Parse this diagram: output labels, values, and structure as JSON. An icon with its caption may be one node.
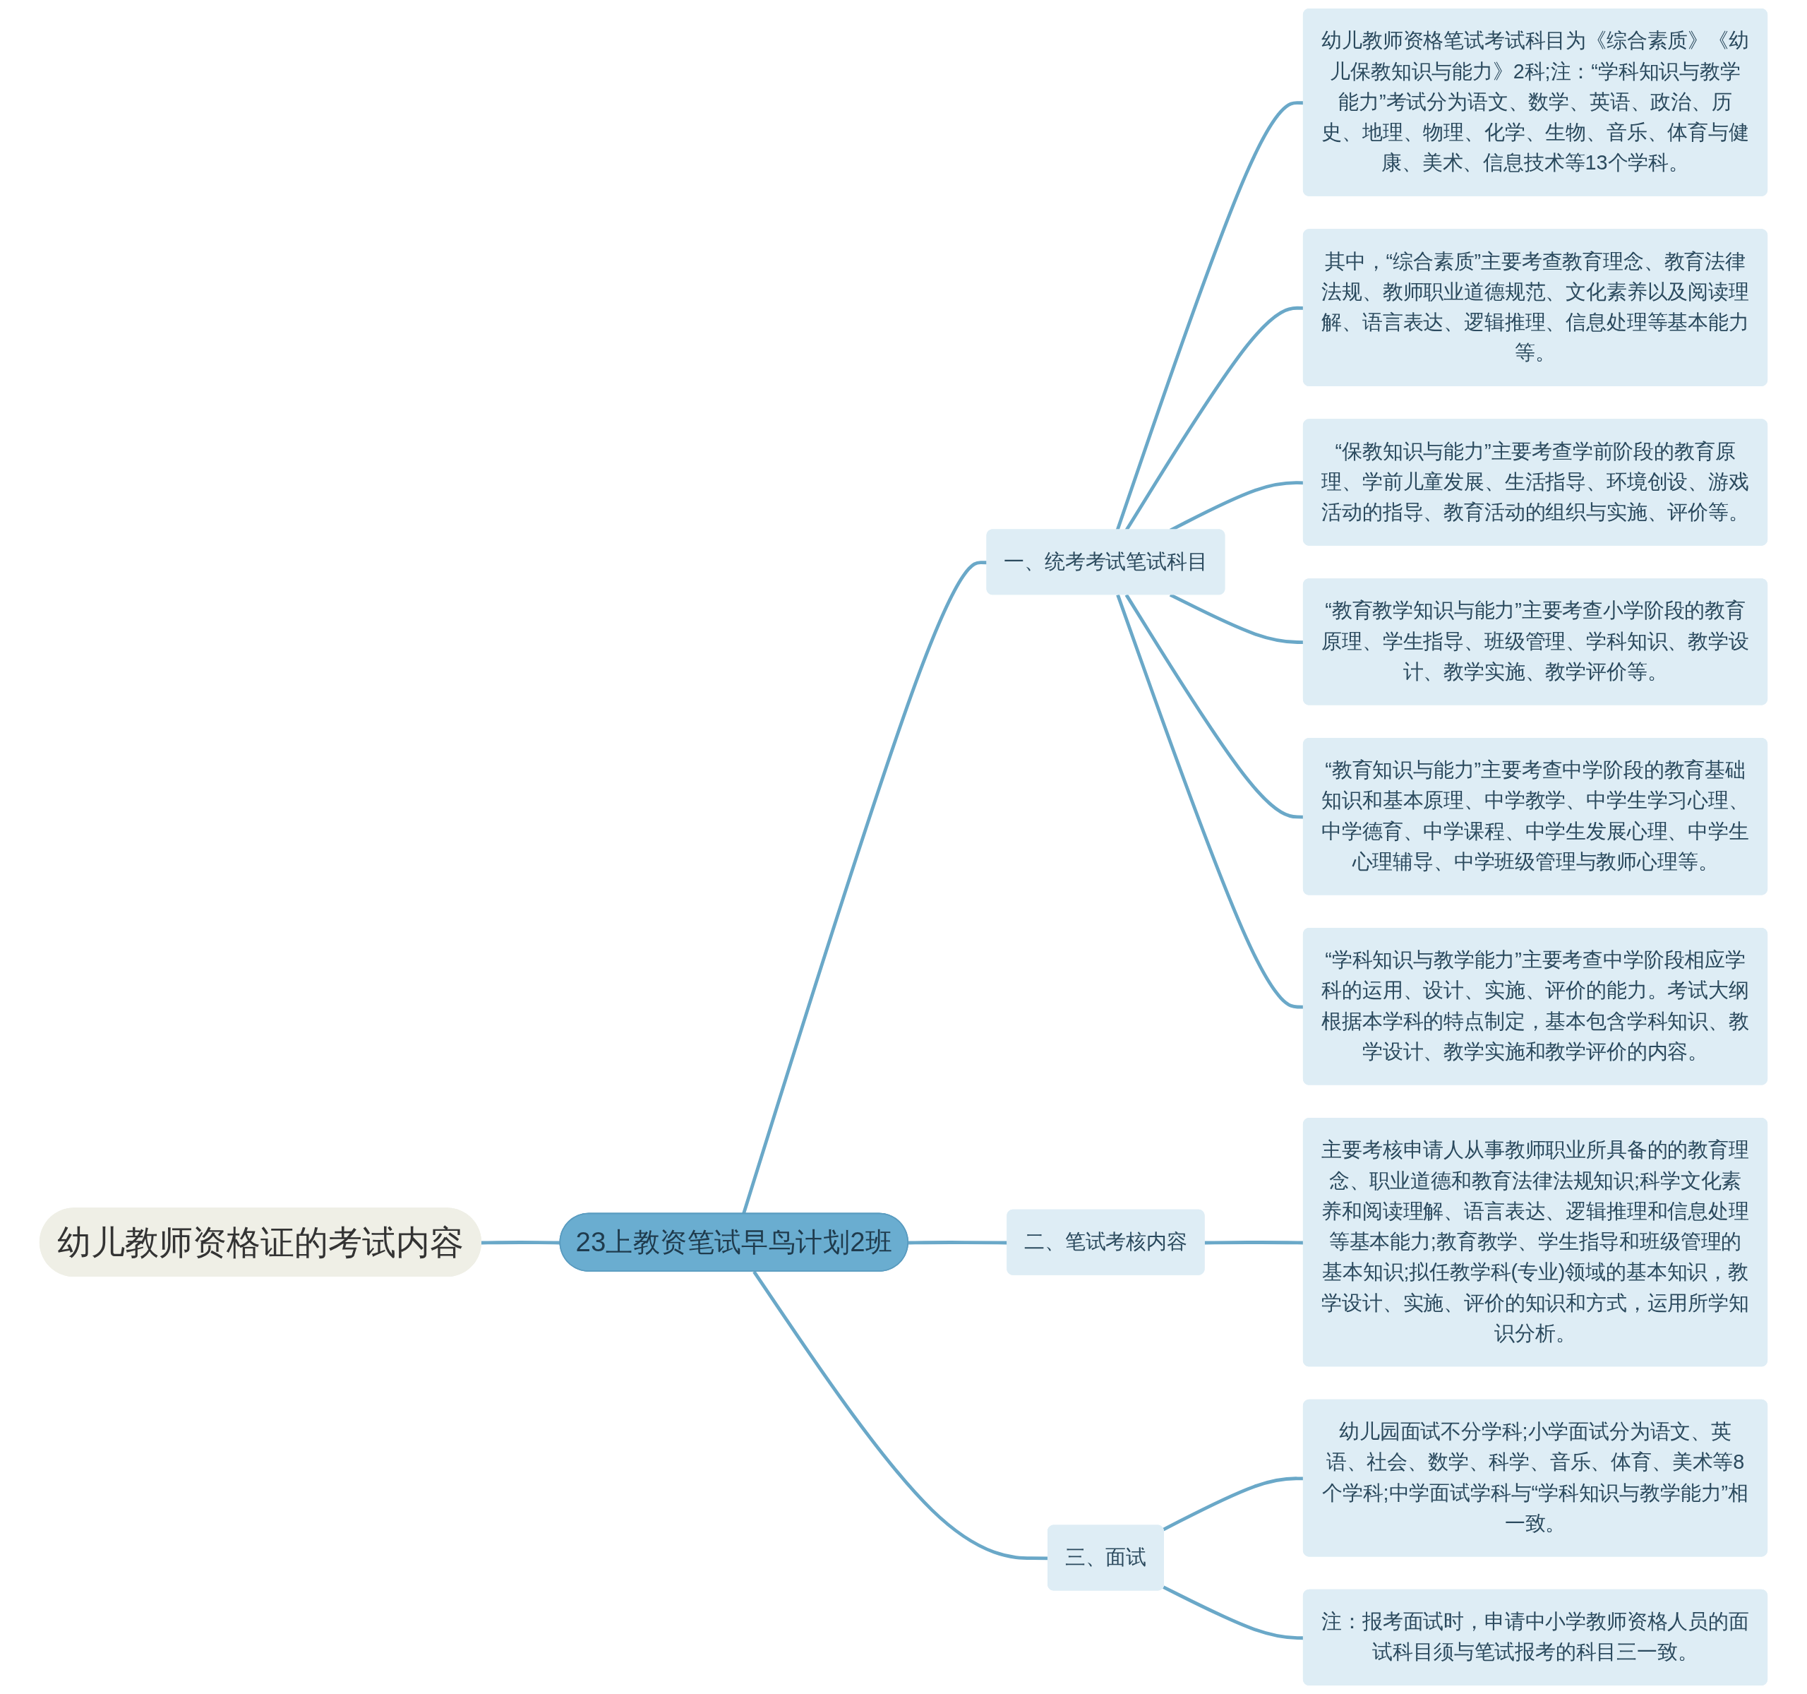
{
  "diagram": {
    "nodes": [
      {
        "text": [
          "幼儿教师资格证的考试内容"
        ]
      },
      {
        "text": [
          "23上教资笔试早鸟计划2班"
        ]
      },
      {
        "text": [
          "一、统考考试笔试科目"
        ]
      },
      {
        "text": [
          "幼儿教师资格笔试考试科目为《综合素质》《幼儿保教知识与能力》2科;注：“学科知识与教学能力”考试分为语文、数学、英语、政治、历史、地理、物理、化学、生物、音乐、体育与健康、美术、信息技术等13个学科。"
        ]
      },
      {
        "text": [
          "其中，“综合素质”主要考查教育理念、教育法律法规、教师职业道德规范、文化素养以及阅读理解、语言表达、逻辑推理、信息处理等基本能力等。"
        ]
      },
      {
        "text": [
          "“保教知识与能力”主要考查学前阶段的教育原理、学前儿童发展、生活指导、环境创设、游戏活动的指导、教育活动的组织与实施、评价等。"
        ]
      },
      {
        "text": [
          "“教育教学知识与能力”主要考查小学阶段的教育原理、学生指导、班级管理、学科知识、教学设计、教学实施、教学评价等。"
        ]
      },
      {
        "text": [
          "“教育知识与能力”主要考查中学阶段的教育基础知识和基本原理、中学教学、中学生学习心理、中学德育、中学课程、中学生发展心理、中学生心理辅导、中学班级管理与教师心理等。"
        ]
      },
      {
        "text": [
          "“学科知识与教学能力”主要考查中学阶段相应学科的运用、设计、实施、评价的能力。考试大纲根据本学科的特点制定，基本包含学科知识、教学设计、教学实施和教学评价的内容。"
        ]
      },
      {
        "text": [
          "二、笔试考核内容"
        ]
      },
      {
        "text": [
          "主要考核申请人从事教师职业所具备的的教育理念、职业道德和教育法律法规知识;科学文化素养和阅读理解、语言表达、逻辑推理和信息处理等基本能力;教育教学、学生指导和班级管理的基本知识;拟任教学科(专业)领域的基本知识，教学设计、实施、评价的知识和方式，运用所学知识分析。"
        ]
      },
      {
        "text": [
          "三、面试"
        ]
      },
      {
        "text": [
          "幼儿园面试不分学科;小学面试分为语文、英语、社会、数学、科学、音乐、体育、美术等8个学科;中学面试学科与“学科知识与教学能力”相一致。"
        ]
      },
      {
        "text": [
          "注：报考面试时，申请中小学教师资格人员的面试科目须与笔试报考的科目三一致。"
        ]
      }
    ],
    "edges": [
      {
        "from": 0,
        "to": 1,
        "arrow": "none"
      },
      {
        "from": 1,
        "to": 2,
        "arrow": "none"
      },
      {
        "from": 2,
        "to": 3,
        "arrow": "none"
      },
      {
        "from": 2,
        "to": 4,
        "arrow": "none"
      },
      {
        "from": 2,
        "to": 5,
        "arrow": "none"
      },
      {
        "from": 2,
        "to": 6,
        "arrow": "none"
      },
      {
        "from": 2,
        "to": 7,
        "arrow": "none"
      },
      {
        "from": 2,
        "to": 8,
        "arrow": "none"
      },
      {
        "from": 1,
        "to": 9,
        "arrow": "none"
      },
      {
        "from": 9,
        "to": 10,
        "arrow": "none"
      },
      {
        "from": 1,
        "to": 11,
        "arrow": "none"
      },
      {
        "from": 11,
        "to": 12,
        "arrow": "none"
      },
      {
        "from": 11,
        "to": 13,
        "arrow": "none"
      }
    ]
  }
}
